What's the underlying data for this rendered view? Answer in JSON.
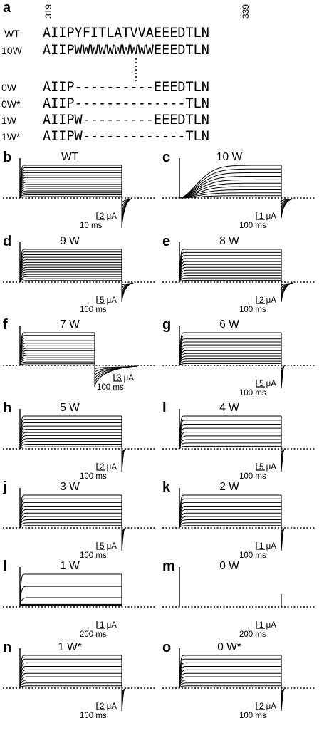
{
  "figure_a": {
    "letter": "a",
    "start_index": "319",
    "end_index": "339",
    "rows": [
      {
        "label": "WT",
        "sequence": "AIIPYFITLATVVAEEEDTLN"
      },
      {
        "label": "10W",
        "sequence": "AIIPWWWWWWWWWWEEEDTLN"
      },
      {
        "label": "0W",
        "sequence": "AIIP----------EEEDTLN"
      },
      {
        "label": "0W*",
        "sequence": "AIIP--------------TLN"
      },
      {
        "label": "1W",
        "sequence": "AIIPW---------EEEDTLN"
      },
      {
        "label": "1W*",
        "sequence": "AIIPW-------------TLN"
      }
    ]
  },
  "chart_data": [
    {
      "type": "line",
      "letter": "b",
      "title": "WT",
      "scalebar": {
        "y": "2 μA",
        "x": "10 ms"
      },
      "traces": 15,
      "activation": "fast",
      "tail": "deep"
    },
    {
      "type": "line",
      "letter": "c",
      "title": "10 W",
      "scalebar": {
        "y": "1 μA",
        "x": "100 ms"
      },
      "traces": 10,
      "activation": "slow",
      "tail": "medium"
    },
    {
      "type": "line",
      "letter": "d",
      "title": "9 W",
      "scalebar": {
        "y": "5 μA",
        "x": "100 ms"
      },
      "traces": 14,
      "activation": "fast",
      "tail": "medium"
    },
    {
      "type": "line",
      "letter": "e",
      "title": "8 W",
      "scalebar": {
        "y": "2 μA",
        "x": "100 ms"
      },
      "traces": 12,
      "activation": "fast",
      "tail": "medium"
    },
    {
      "type": "line",
      "letter": "f",
      "title": "7 W",
      "scalebar": {
        "y": "3 μA",
        "x": "100 ms"
      },
      "traces": 14,
      "activation": "fast",
      "tail": "long"
    },
    {
      "type": "line",
      "letter": "g",
      "title": "6 W",
      "scalebar": {
        "y": "5 μA",
        "x": "100 ms"
      },
      "traces": 12,
      "activation": "fast",
      "tail": "small"
    },
    {
      "type": "line",
      "letter": "h",
      "title": "5 W",
      "scalebar": {
        "y": "2 μA",
        "x": "100 ms"
      },
      "traces": 11,
      "activation": "fast",
      "tail": "small"
    },
    {
      "type": "line",
      "letter": "I",
      "title": "4 W",
      "scalebar": {
        "y": "5 μA",
        "x": "100 ms"
      },
      "traces": 9,
      "activation": "fast",
      "tail": "small"
    },
    {
      "type": "line",
      "letter": "j",
      "title": "3 W",
      "scalebar": {
        "y": "5 μA",
        "x": "100 ms"
      },
      "traces": 10,
      "activation": "fast",
      "tail": "small"
    },
    {
      "type": "line",
      "letter": "k",
      "title": "2 W",
      "scalebar": {
        "y": "1 μA",
        "x": "100 ms"
      },
      "traces": 10,
      "activation": "fast",
      "tail": "small"
    },
    {
      "type": "line",
      "letter": "l",
      "title": "1 W",
      "scalebar": {
        "y": "1 μA",
        "x": "200 ms"
      },
      "traces": 3,
      "activation": "flat",
      "tail": "none"
    },
    {
      "type": "line",
      "letter": "m",
      "title": "0 W",
      "scalebar": {
        "y": "1 μA",
        "x": "200 ms"
      },
      "traces": 0,
      "activation": "flat",
      "tail": "none"
    },
    {
      "type": "line",
      "letter": "n",
      "title": "1 W*",
      "scalebar": {
        "y": "2 μA",
        "x": "100 ms"
      },
      "traces": 10,
      "activation": "fast",
      "tail": "small"
    },
    {
      "type": "line",
      "letter": "o",
      "title": "0 W*",
      "scalebar": {
        "y": "2 μA",
        "x": "100 ms"
      },
      "traces": 10,
      "activation": "fast",
      "tail": "small"
    }
  ]
}
